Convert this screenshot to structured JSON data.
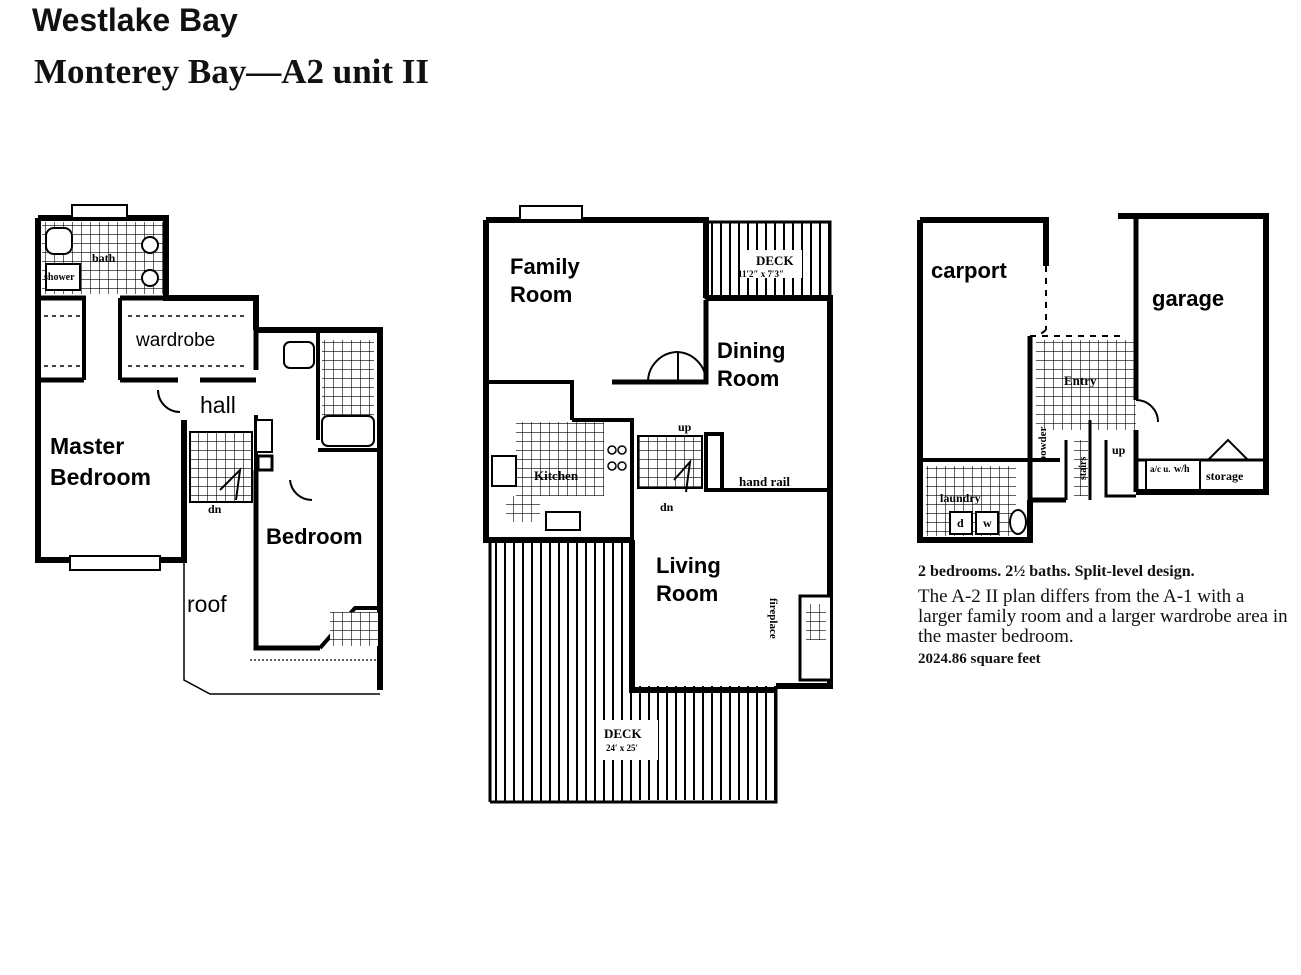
{
  "header": {
    "title": "Westlake Bay",
    "subtitle": "Monterey Bay—A2 unit II"
  },
  "upper_floor": {
    "master_bedroom": [
      "Master",
      "Bedroom"
    ],
    "bedroom": "Bedroom",
    "wardrobe": "wardrobe",
    "hall": "hall",
    "roof": "roof",
    "bath": "bath",
    "shower": "shower",
    "stairs_down": "dn"
  },
  "main_floor": {
    "family_room": [
      "Family",
      "Room"
    ],
    "dining_room": [
      "Dining",
      "Room"
    ],
    "living_room": [
      "Living",
      "Room"
    ],
    "kitchen": "Kitchen",
    "small_deck": "DECK",
    "small_deck_size": "11′2″ x 7′3″",
    "large_deck": "DECK",
    "large_deck_size": "24′ x 25′",
    "stairs_up": "up",
    "stairs_down": "dn",
    "hand_rail": "hand rail",
    "fireplace": "fireplace"
  },
  "lower_floor": {
    "carport": "carport",
    "garage": "garage",
    "entry": "Entry",
    "laundry": "laundry",
    "powder": "powder",
    "stairs_label": "stairs",
    "stairs_up": "up",
    "storage": "storage",
    "washer": "w",
    "dryer": "d",
    "water_heater": "w/h",
    "ac_unit": "a/c u."
  },
  "description": {
    "summary": "2 bedrooms. 2½  baths. Split-level design.",
    "body": "The A-2 II plan differs from the A-1 with a larger family room and a larger wardrobe area in the master bedroom.",
    "area": "2024.86 square feet"
  }
}
